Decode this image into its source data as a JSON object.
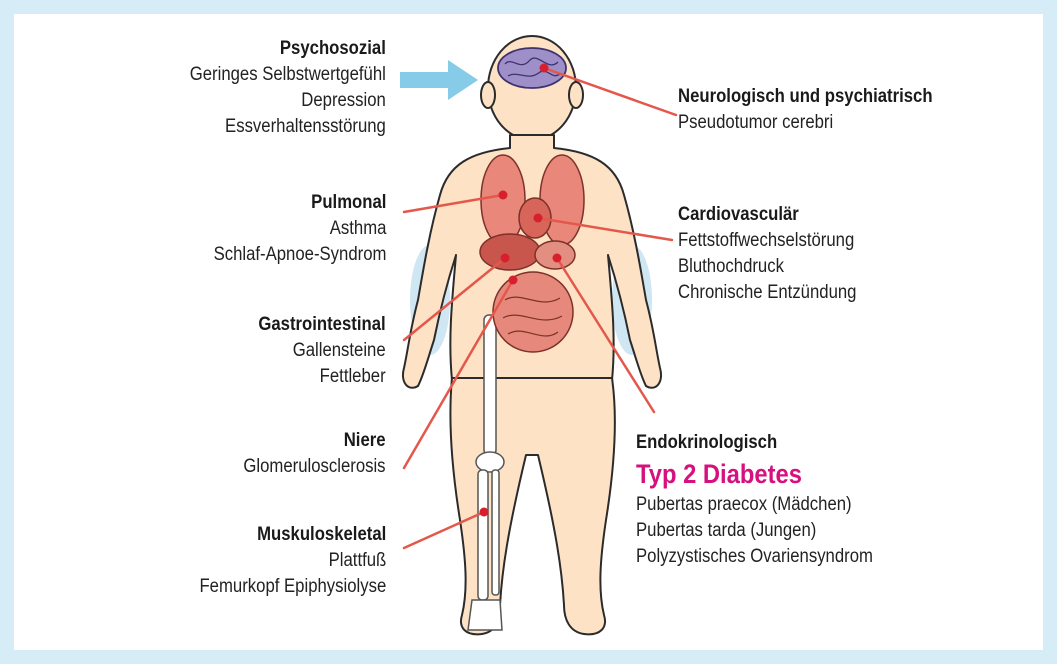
{
  "colors": {
    "background": "#d6ecf6",
    "panel": "#ffffff",
    "skin": "#fde2c6",
    "outline": "#2b2b2b",
    "pointer_line": "#e4584b",
    "pointer_dot": "#d81f2d",
    "organ": "#e8877a",
    "brain": "#9f8fc8",
    "arrow": "#86cce8",
    "fat_shading": "#cfe6f3",
    "highlight": "#d6107e"
  },
  "groups": {
    "psychosozial": {
      "heading": "Psychosozial",
      "items": [
        "Geringes Selbstwertgefühl",
        "Depression",
        "Essverhaltensstörung"
      ]
    },
    "pulmonal": {
      "heading": "Pulmonal",
      "items": [
        "Asthma",
        "Schlaf-Apnoe-Syndrom"
      ]
    },
    "gastrointestinal": {
      "heading": "Gastrointestinal",
      "items": [
        "Gallensteine",
        "Fettleber"
      ]
    },
    "niere": {
      "heading": "Niere",
      "items": [
        "Glomerulosclerosis"
      ]
    },
    "muskuloskeletal": {
      "heading": "Muskuloskeletal",
      "items": [
        "Plattfuß",
        "Femurkopf Epiphysiolyse"
      ]
    },
    "neurologisch": {
      "heading": "Neurologisch und psychiatrisch",
      "items": [
        "Pseudotumor cerebri"
      ]
    },
    "cardiovascular": {
      "heading": "Cardiovasculär",
      "items": [
        "Fettstoffwechselstörung",
        "Bluthochdruck",
        "Chronische Entzündung"
      ]
    },
    "endokrinologisch": {
      "heading": "Endokrinologisch",
      "highlight": "Typ 2 Diabetes",
      "items": [
        "Pubertas praecox (Mädchen)",
        "Pubertas tarda (Jungen)",
        "Polyzystisches Ovariensyndrom"
      ]
    }
  }
}
